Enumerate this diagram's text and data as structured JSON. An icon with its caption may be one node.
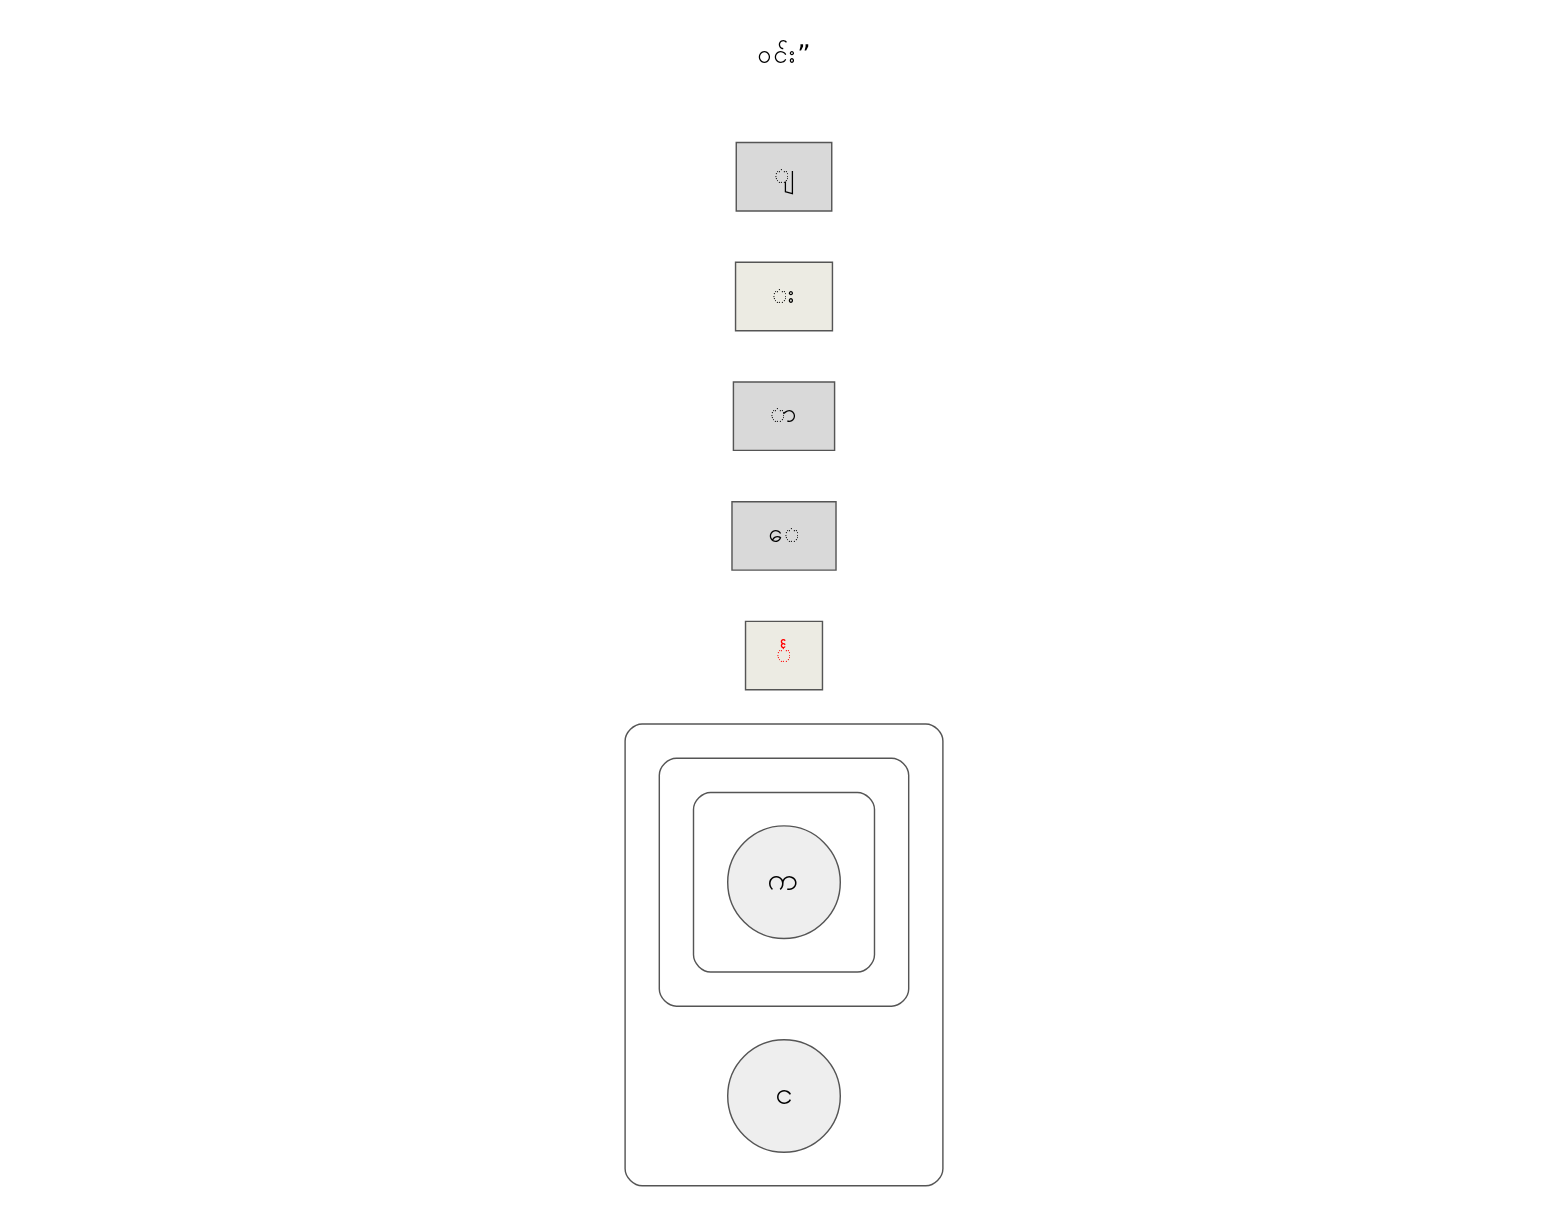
{
  "diagram": {
    "nodes": [
      {
        "text": [],
        "shape": "ellipse"
      },
      {
        "text": [
          "င်္"
        ]
      },
      {
        "text": [],
        "shape": "ellipse",
        "in": 0
      },
      {
        "text": [],
        "shape": "ellipse",
        "in": 2
      },
      {
        "text": [
          "◌ေ"
        ]
      },
      {
        "text": [
          "က"
        ],
        "in": 3
      },
      {
        "text": [
          "◌ာ"
        ]
      },
      {
        "text": [
          "င"
        ],
        "in": 0
      },
      {
        "text": [
          "◌း"
        ]
      },
      {
        "text": [
          "◌ျ"
        ]
      }
    ],
    "edges": [],
    "labels": [
      "ဝင်း”"
    ]
  }
}
